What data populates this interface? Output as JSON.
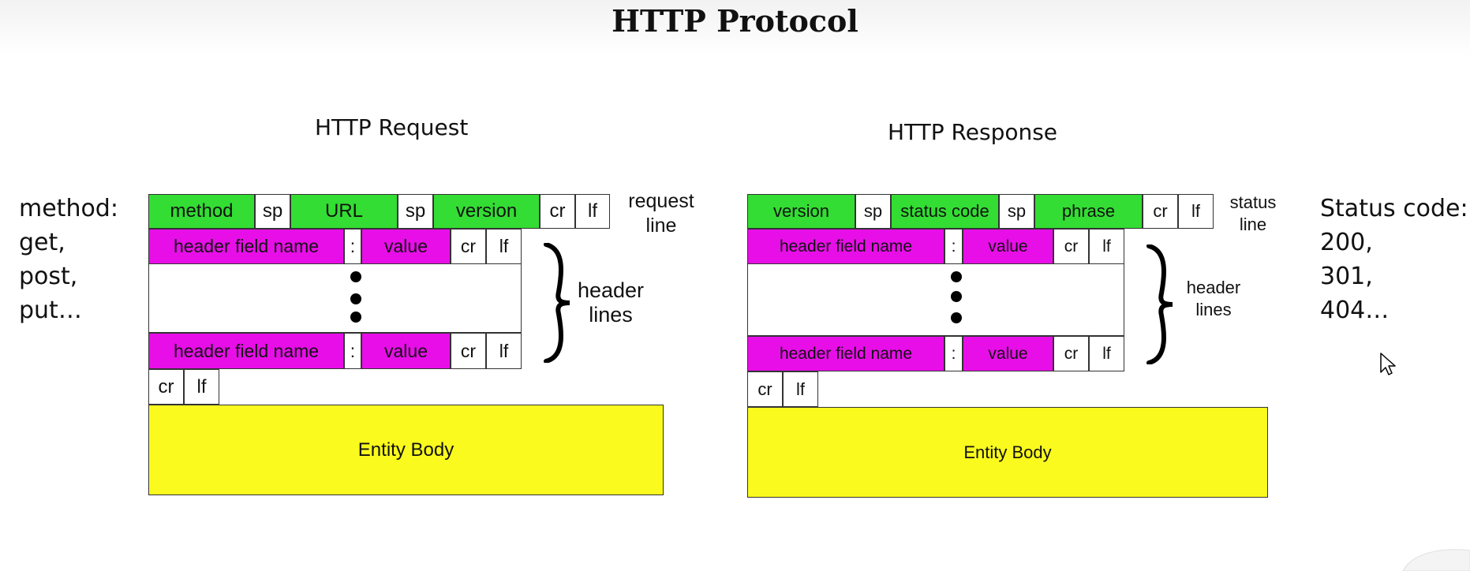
{
  "title": "HTTP Protocol",
  "request": {
    "heading": "HTTP Request",
    "line": [
      "method",
      "sp",
      "URL",
      "sp",
      "version",
      "cr",
      "lf"
    ],
    "line_label": [
      "request",
      "line"
    ],
    "header_row": [
      "header field name",
      ":",
      "value",
      "cr",
      "lf"
    ],
    "header_label": [
      "header",
      "lines"
    ],
    "terminator": [
      "cr",
      "lf"
    ],
    "body": "Entity Body",
    "methods": [
      "method:",
      "get,",
      "post,",
      "put…"
    ]
  },
  "response": {
    "heading": "HTTP Response",
    "line": [
      "version",
      "sp",
      "status code",
      "sp",
      "phrase",
      "cr",
      "lf"
    ],
    "line_label": [
      "status",
      "line"
    ],
    "header_row": [
      "header field name",
      ":",
      "value",
      "cr",
      "lf"
    ],
    "header_label": [
      "header",
      "lines"
    ],
    "terminator": [
      "cr",
      "lf"
    ],
    "body": "Entity Body",
    "status_codes": [
      "Status code:",
      "200,",
      "301,",
      "404…"
    ]
  },
  "colors": {
    "line_green": "#33dd33",
    "header_magenta": "#e80ee8",
    "body_yellow": "#fafa1e"
  }
}
